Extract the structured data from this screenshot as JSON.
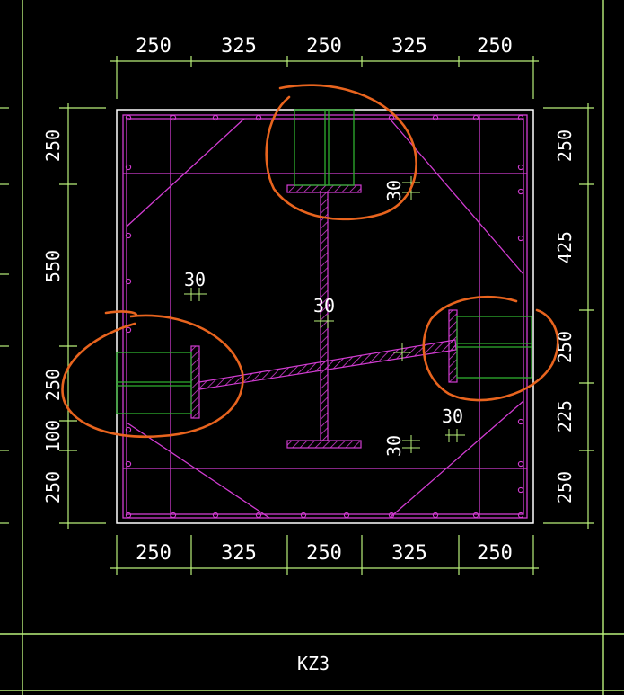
{
  "dimensions": {
    "top": [
      "250",
      "325",
      "250",
      "325",
      "250"
    ],
    "bottom": [
      "250",
      "325",
      "250",
      "325",
      "250"
    ],
    "left": [
      "250",
      "550",
      "250",
      "100",
      "250"
    ],
    "right": [
      "250",
      "425",
      "250",
      "225",
      "250"
    ]
  },
  "annotations": {
    "gap_top_right": "30",
    "gap_left_flange": "30",
    "gap_web_center": "30",
    "gap_right_flange": "30",
    "gap_bottom_right": "30"
  },
  "member_label": "KZ3",
  "colors": {
    "background": "#000000",
    "dimension_lines": "#b9f07a",
    "column_outline": "#ffffff",
    "stirrups": "#d23cd2",
    "steel_section": "#d23cd2",
    "studs": "#2fb02f",
    "markup": "#e8641e"
  }
}
